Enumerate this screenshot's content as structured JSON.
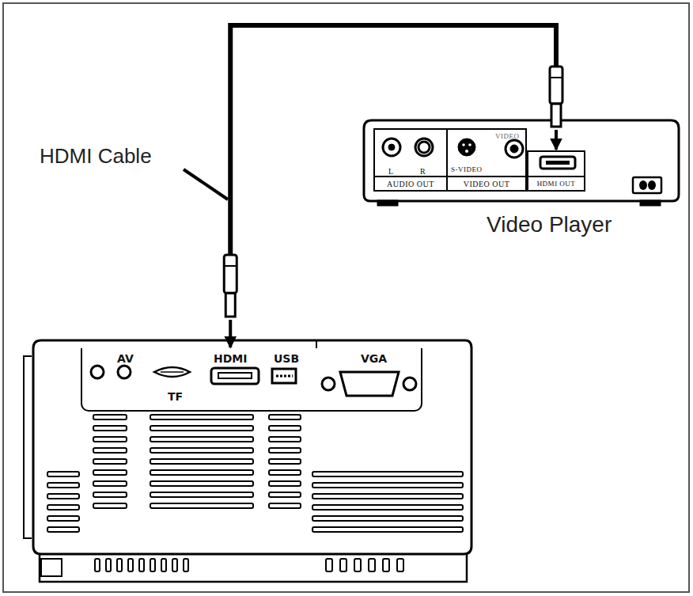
{
  "diagram": {
    "nodes": [
      {
        "text": [
          "Video Player"
        ]
      },
      {
        "text": [
          "L",
          "R",
          "AUDIO OUT"
        ],
        "in": 0
      },
      {
        "text": [
          "S-VIDEO",
          "VIDEO",
          "VIDEO OUT"
        ],
        "in": 0
      },
      {
        "text": [
          "HDMI OUT"
        ],
        "in": 0
      },
      {
        "text": [
          "AV",
          "TF",
          "HDMI",
          "USB",
          "VGA"
        ]
      }
    ],
    "edges": [
      {
        "from": 3,
        "to": 4,
        "arrow": "both"
      }
    ],
    "labels": [
      "HDMI Cable"
    ]
  }
}
